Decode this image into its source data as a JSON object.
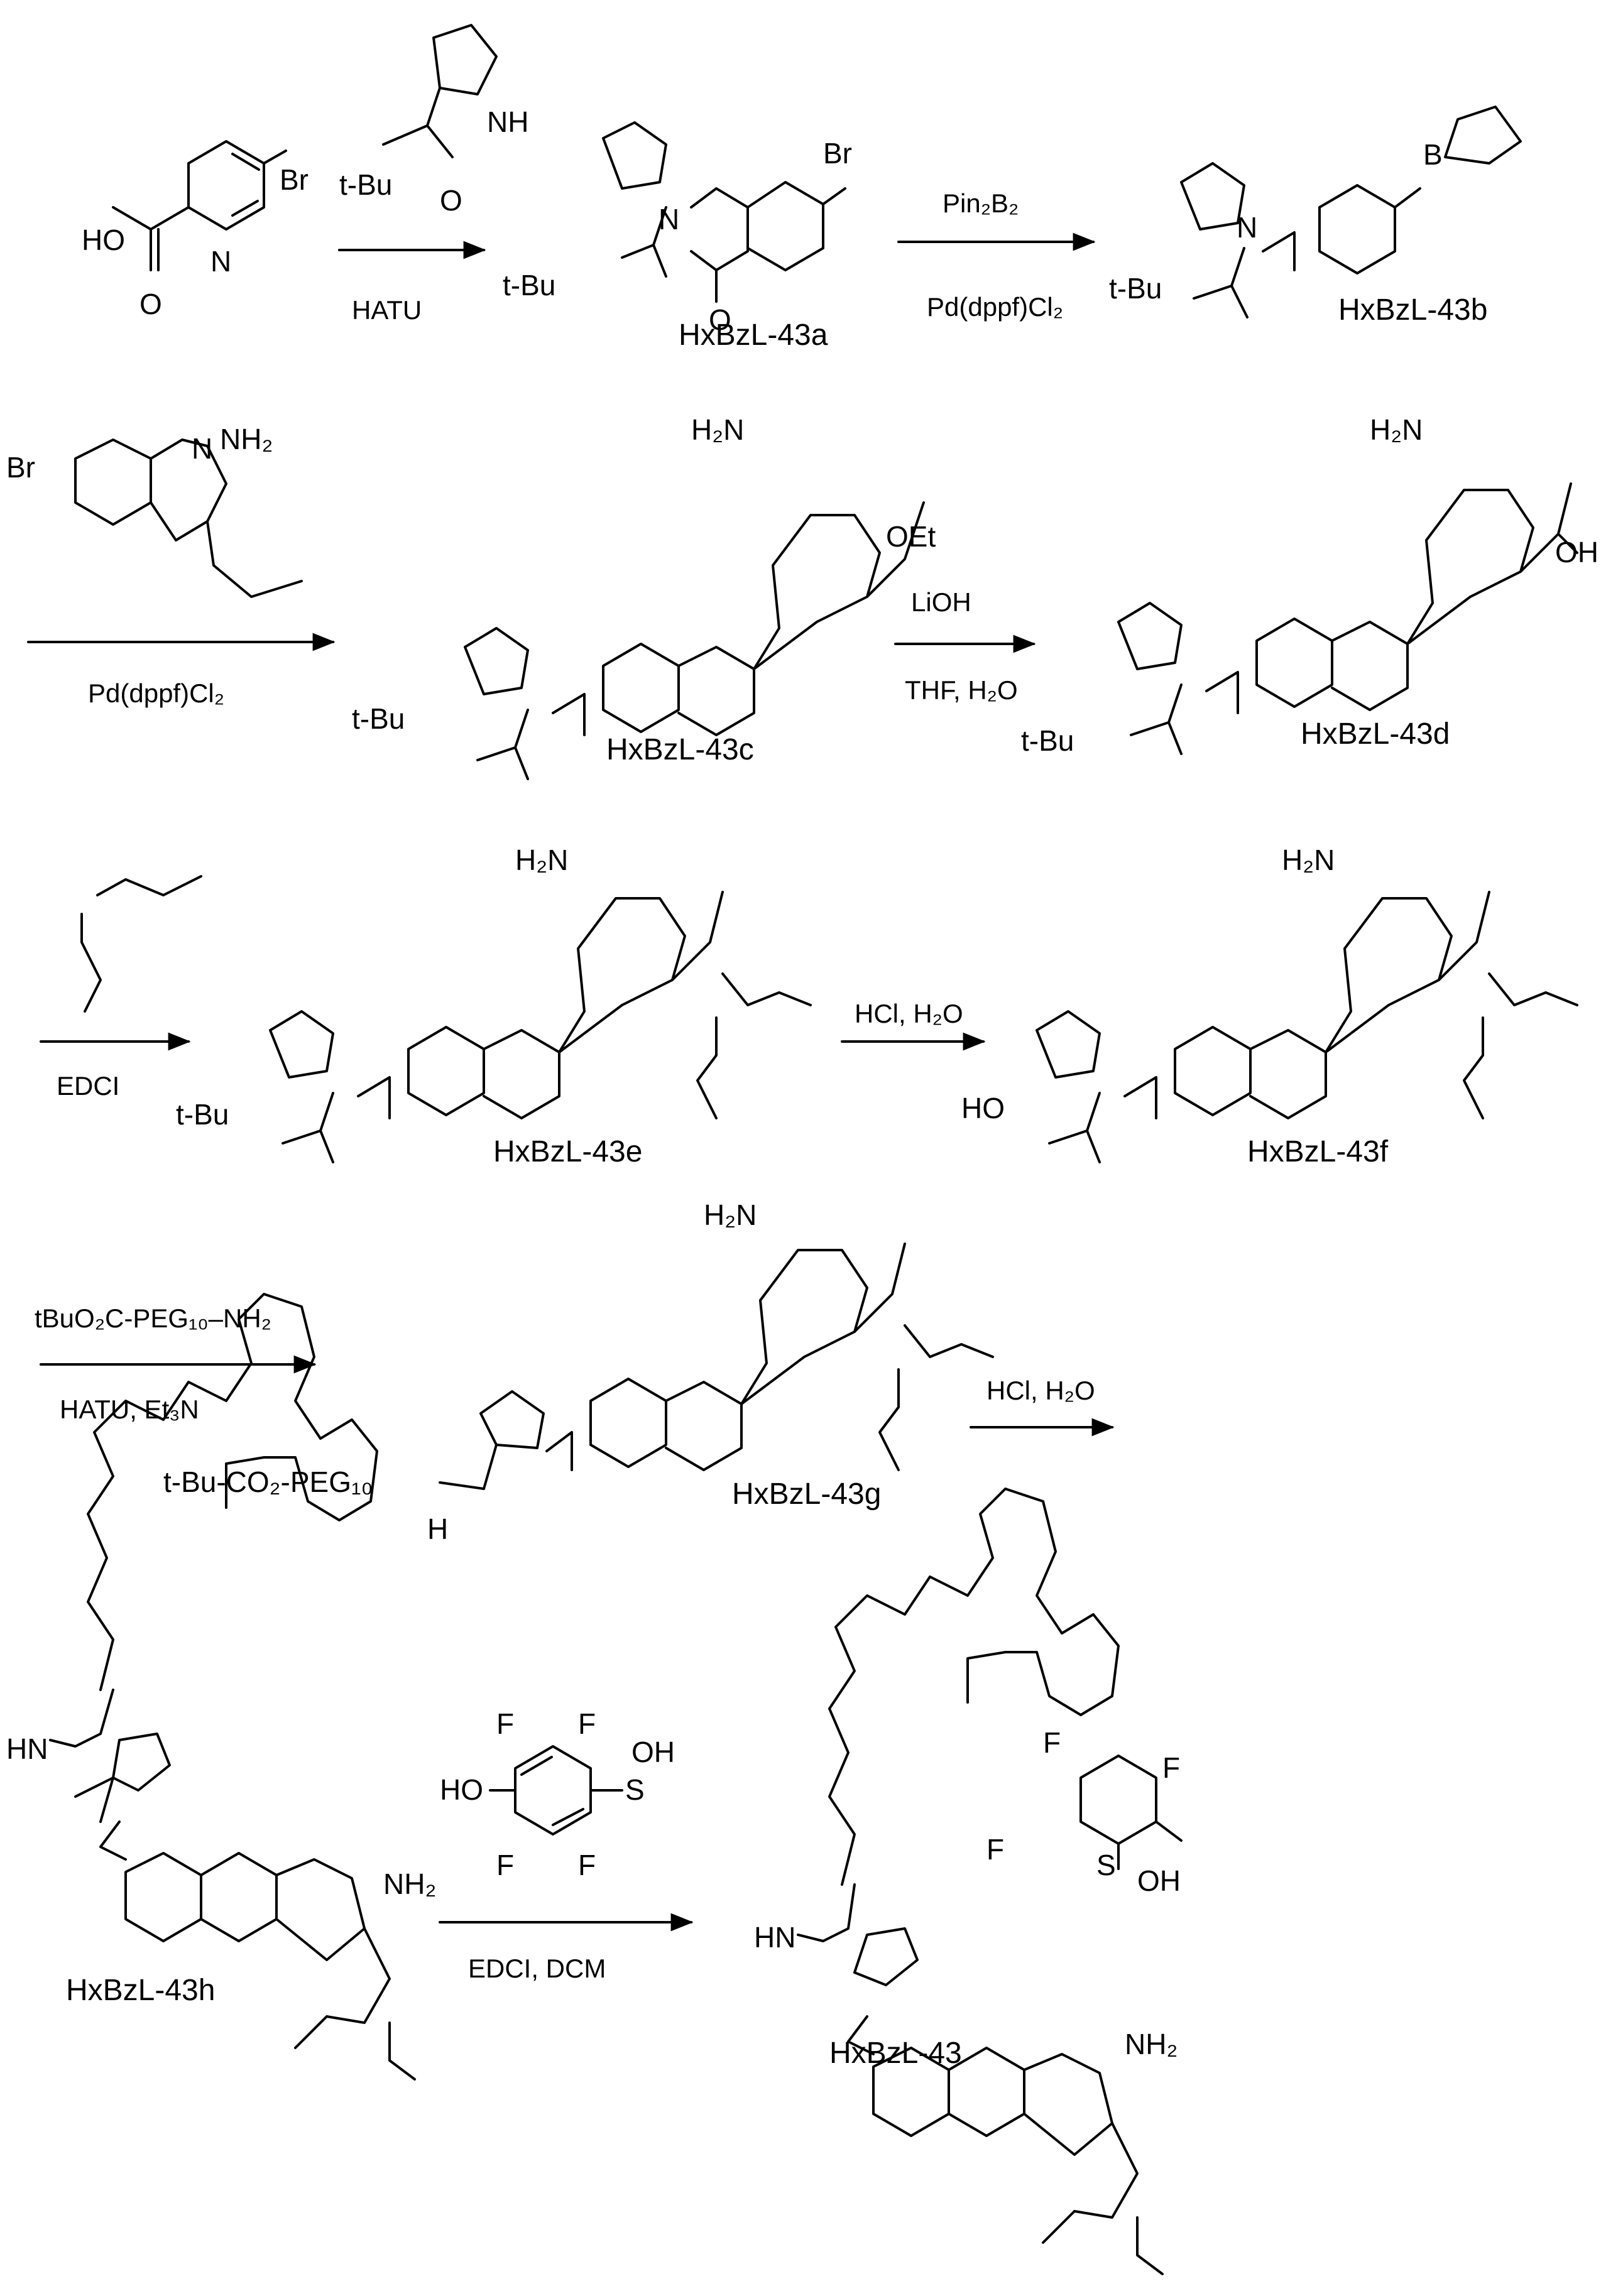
{
  "scheme": {
    "steps": [
      {
        "above": "",
        "below": "HATU"
      },
      {
        "above": "Pin₂B₂",
        "below": "Pd(dppf)Cl₂"
      },
      {
        "above": "",
        "below": "Pd(dppf)Cl₂"
      },
      {
        "above": "LiOH",
        "below": "THF,  H₂O"
      },
      {
        "above": "",
        "below": "EDCI"
      },
      {
        "above": "HCl, H₂O",
        "below": ""
      },
      {
        "above": "tBuO₂C-PEG₁₀–NH₂",
        "below": "HATU,  Et₃N"
      },
      {
        "above": "HCl, H₂O",
        "below": ""
      },
      {
        "above": "",
        "below": "EDCI, DCM"
      }
    ],
    "compounds": {
      "c43a": "HxBzL-43a",
      "c43b": "HxBzL-43b",
      "c43c": "HxBzL-43c",
      "c43d": "HxBzL-43d",
      "c43e": "HxBzL-43e",
      "c43f": "HxBzL-43f",
      "c43g": "HxBzL-43g",
      "c43h": "HxBzL-43h",
      "c43": "HxBzL-43"
    },
    "atoms": {
      "br": "Br",
      "ho": "HO",
      "oh": "OH",
      "o": "O",
      "n": "N",
      "nh": "NH",
      "hn": "HN",
      "h": "H",
      "nh2": "NH₂",
      "h2n": "H₂N",
      "tbuo": "t-Bu",
      "oet": "OEt",
      "b": "B",
      "f": "F",
      "s": "S",
      "peg_linker": "t-Bu-CO₂-PEG₁₀"
    }
  }
}
